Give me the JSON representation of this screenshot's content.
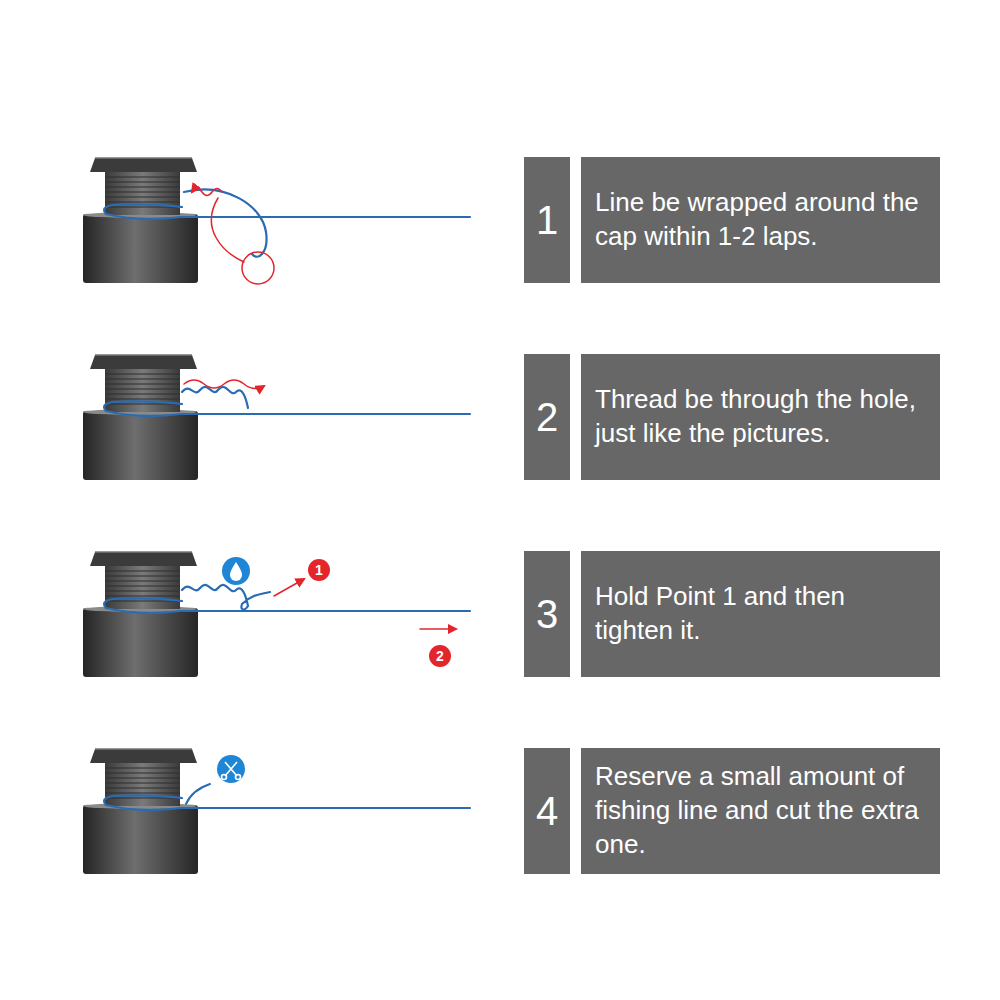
{
  "diagram": {
    "nodes": [
      {
        "text": [
          "1"
        ]
      },
      {
        "text": [
          "Line be wrapped around the cap within 1-2 laps."
        ]
      },
      {
        "text": [
          "2"
        ]
      },
      {
        "text": [
          "Thread be through the hole, just like the pictures."
        ]
      },
      {
        "text": [
          "3"
        ]
      },
      {
        "text": [
          "Hold Point 1 and then tighten it."
        ]
      },
      {
        "text": [
          "4"
        ]
      },
      {
        "text": [
          "Reserve a small amount of fishing line and cut the extra one."
        ]
      }
    ],
    "labels": [
      "1",
      "2"
    ]
  }
}
